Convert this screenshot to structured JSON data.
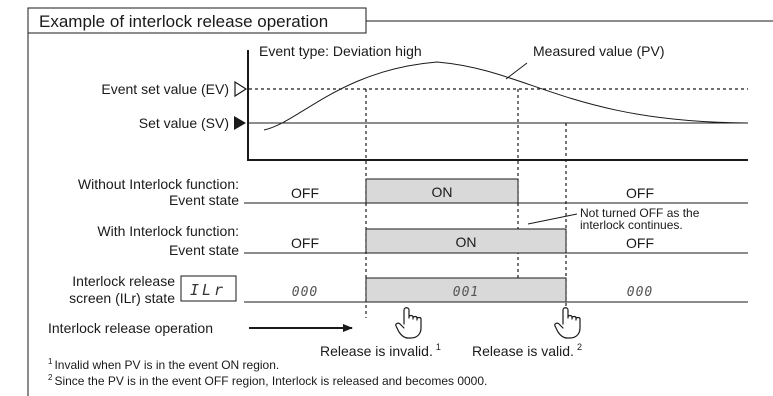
{
  "title": "Example of interlock release operation",
  "graph": {
    "event_type": "Event type: Deviation high",
    "pv_label": "Measured value (PV)",
    "ev_label": "Event set value (EV)",
    "sv_label": "Set value (SV)"
  },
  "rows": {
    "without": {
      "line1": "Without Interlock function:",
      "line2": "Event state",
      "off_left": "OFF",
      "on": "ON",
      "off_right": "OFF"
    },
    "with": {
      "line1": "With Interlock function:",
      "line2": "Event state",
      "off_left": "OFF",
      "on": "ON",
      "off_right": "OFF",
      "note_line1": "Not turned OFF as the",
      "note_line2": "interlock continues."
    },
    "ilr": {
      "line1": "Interlock release",
      "line2": "screen (ILr) state",
      "display": "ILr",
      "left": "000",
      "middle": "001",
      "right": "000"
    },
    "operation": {
      "label": "Interlock release operation",
      "invalid": "Release is invalid.",
      "invalid_mark": "1",
      "valid": "Release is valid.",
      "valid_mark": "2"
    }
  },
  "footnotes": [
    {
      "mark": "1",
      "text": "Invalid when PV is in the event ON region."
    },
    {
      "mark": "2",
      "text": "Since the PV is in the event OFF region, Interlock is released and becomes 0000."
    }
  ]
}
